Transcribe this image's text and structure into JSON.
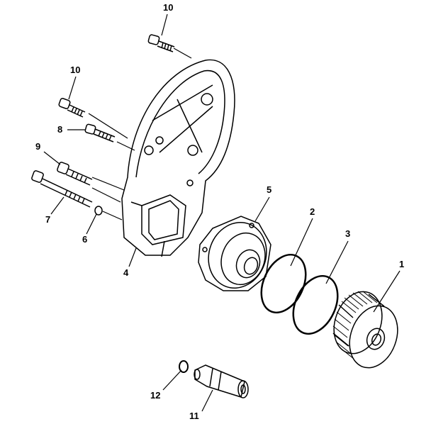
{
  "diagram": {
    "title": "Oil pump / oil filter exploded view",
    "callouts": [
      {
        "id": "callout-10-top",
        "text": "10"
      },
      {
        "id": "callout-10-left",
        "text": "10"
      },
      {
        "id": "callout-8",
        "text": "8"
      },
      {
        "id": "callout-9",
        "text": "9"
      },
      {
        "id": "callout-7",
        "text": "7"
      },
      {
        "id": "callout-6",
        "text": "6"
      },
      {
        "id": "callout-4",
        "text": "4"
      },
      {
        "id": "callout-5",
        "text": "5"
      },
      {
        "id": "callout-2",
        "text": "2"
      },
      {
        "id": "callout-3",
        "text": "3"
      },
      {
        "id": "callout-1",
        "text": "1"
      },
      {
        "id": "callout-12",
        "text": "12"
      },
      {
        "id": "callout-11",
        "text": "11"
      }
    ]
  }
}
